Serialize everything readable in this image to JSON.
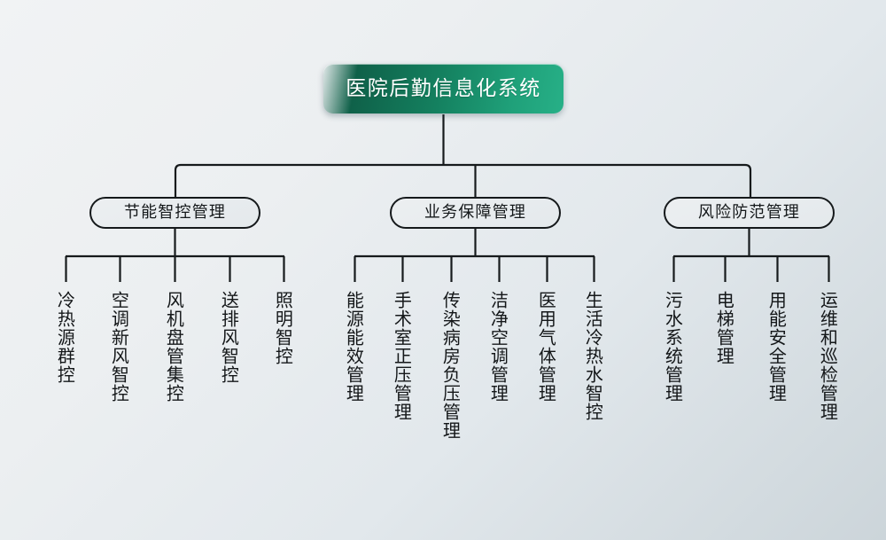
{
  "diagram": {
    "type": "org-tree",
    "title": "医院后勤信息化系统",
    "background_colors": [
      "#f1f3f4",
      "#ccd5da"
    ],
    "root": {
      "label": "医院后勤信息化系统",
      "accent_color": "#0f6149",
      "accent_color_end": "#27b087",
      "text_color": "#ffffff"
    },
    "branches": [
      {
        "label": "节能智控管理",
        "leaves": [
          {
            "label": "冷热源群控"
          },
          {
            "label": "空调新风智控"
          },
          {
            "label": "风机盘管集控"
          },
          {
            "label": "送排风智控"
          },
          {
            "label": "照明智控"
          }
        ]
      },
      {
        "label": "业务保障管理",
        "leaves": [
          {
            "label": "能源能效管理"
          },
          {
            "label": "手术室正压管理"
          },
          {
            "label": "传染病房负压管理"
          },
          {
            "label": "洁净空调管理"
          },
          {
            "label": "医用气体管理"
          },
          {
            "label": "生活冷热水智控"
          }
        ]
      },
      {
        "label": "风险防范管理",
        "leaves": [
          {
            "label": "污水系统管理"
          },
          {
            "label": "电梯管理"
          },
          {
            "label": "用能安全管理"
          },
          {
            "label": "运维和巡检管理"
          }
        ]
      }
    ]
  }
}
